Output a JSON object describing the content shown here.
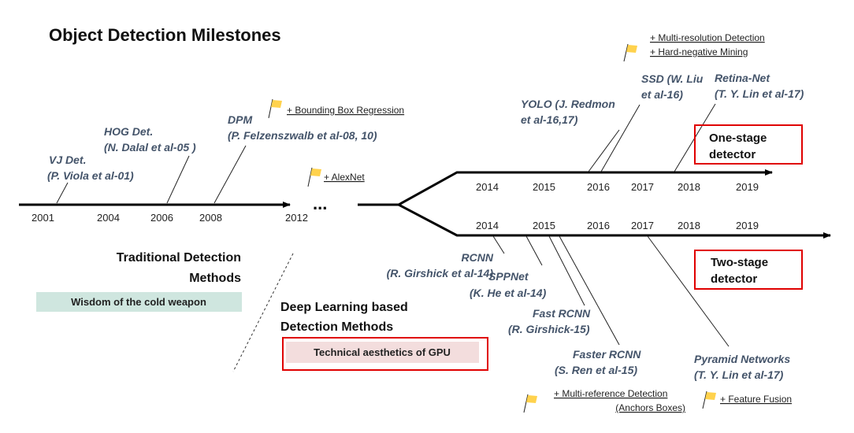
{
  "title": "Object Detection Milestones",
  "traditional": {
    "years": [
      "2001",
      "2004",
      "2006",
      "2008",
      "2012"
    ],
    "ellipsis": "...",
    "methods": [
      {
        "name": "VJ Det.",
        "author": "(P. Viola et al-01)"
      },
      {
        "name": "HOG Det.",
        "author": "(N. Dalal et al-05 )"
      },
      {
        "name": "DPM",
        "author": "(P. Felzenszwalb et al-08, 10)"
      }
    ],
    "notes": [
      "+ Bounding Box Regression",
      "+ AlexNet"
    ],
    "heading_line1": "Traditional Detection",
    "heading_line2": "Methods",
    "badge": "Wisdom of the cold weapon"
  },
  "deep": {
    "heading_line1": "Deep Learning based",
    "heading_line2": "Detection Methods",
    "badge": "Technical aesthetics of GPU"
  },
  "one_stage": {
    "years": [
      "2014",
      "2015",
      "2016",
      "2017",
      "2018",
      "2019"
    ],
    "methods": [
      {
        "name": "YOLO (J. Redmon",
        "author": "et al-16,17)"
      },
      {
        "name": "SSD (W. Liu",
        "author": "et al-16)"
      },
      {
        "name": "Retina-Net",
        "author": "(T. Y. Lin et al-17)"
      }
    ],
    "notes": [
      "+ Multi-resolution Detection",
      "+ Hard-negative Mining"
    ],
    "label_line1": "One-stage",
    "label_line2": "detector"
  },
  "two_stage": {
    "years": [
      "2014",
      "2015",
      "2016",
      "2017",
      "2018",
      "2019"
    ],
    "methods": [
      {
        "name": "RCNN",
        "author": "(R. Girshick et al-14)"
      },
      {
        "name": "SPPNet",
        "author": "(K. He et al-14)"
      },
      {
        "name": "Fast RCNN",
        "author": "(R. Girshick-15)"
      },
      {
        "name": "Faster RCNN",
        "author": "(S. Ren et al-15)"
      },
      {
        "name": "Pyramid Networks",
        "author": "(T. Y. Lin et al-17)"
      }
    ],
    "notes": [
      "+ Multi-reference Detection",
      "(Anchors Boxes)",
      "+ Feature Fusion"
    ],
    "label_line1": "Two-stage",
    "label_line2": "detector"
  },
  "colors": {
    "method_text": "#44546a",
    "flag": "#ffd24d",
    "highlight_border": "#e00000",
    "cold_badge_bg": "#cfe6df",
    "gpu_badge_bg": "#f3dddd"
  }
}
